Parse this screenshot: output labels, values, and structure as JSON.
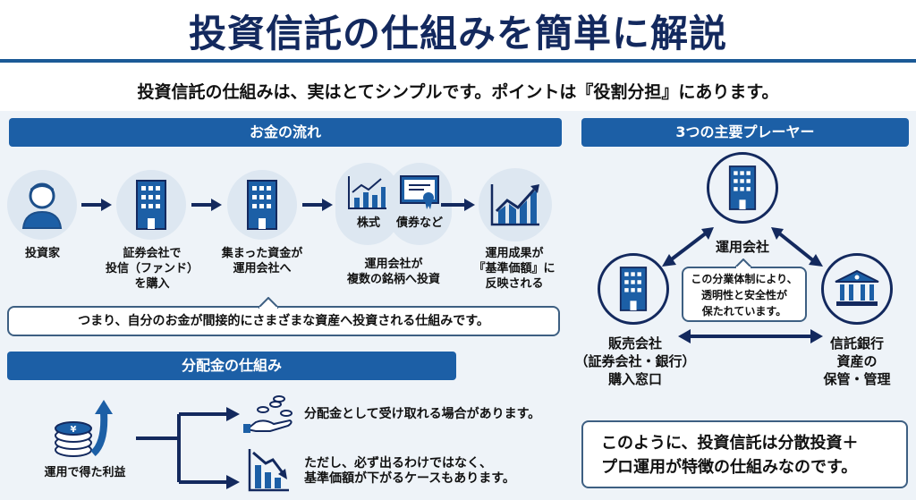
{
  "header": {
    "title": "投資信託の仕組みを簡単に解説",
    "subtitle": "投資信託の仕組みは、実はとてシンプルです。ポイントは『役割分担』にあります。"
  },
  "money_flow": {
    "heading": "お金の流れ",
    "steps": [
      {
        "icon": "person-icon",
        "label_lines": [
          "投資家"
        ]
      },
      {
        "icon": "building-icon",
        "label_lines": [
          "証券会社で",
          "投信（ファンド）",
          "を購入"
        ]
      },
      {
        "icon": "building-icon",
        "label_lines": [
          "集まった資金が",
          "運用会社へ"
        ]
      },
      {
        "icon": "stocks-bonds-icon",
        "sublabels": [
          "株式",
          "債券など"
        ],
        "label_lines": [
          "運用会社が",
          "複数の銘柄へ投資"
        ]
      },
      {
        "icon": "growth-chart-icon",
        "label_lines": [
          "運用成果が",
          "『基準価額』に",
          "反映される"
        ]
      }
    ],
    "callout": "つまり、自分のお金が間接的にさまざまな資産へ投資される仕組みです。"
  },
  "players": {
    "heading": "3つの主要プレーヤー",
    "top": {
      "name": "運用会社"
    },
    "left": {
      "lines": [
        "販売会社",
        "（証券会社・銀行）",
        "購入窓口"
      ]
    },
    "right": {
      "lines": [
        "信託銀行",
        "資産の",
        "保管・管理"
      ]
    },
    "callout_lines": [
      "この分業体制により、",
      "透明性と安全性が",
      "保たれています。"
    ]
  },
  "distribution": {
    "heading": "分配金の仕組み",
    "source_label": "運用で得た利益",
    "branch_1": "分配金として受け取れる場合があります。",
    "branch_2_lines": [
      "ただし、必ず出るわけではなく、",
      "基準価額が下がるケースもあります。"
    ]
  },
  "summary": {
    "lines": [
      "このように、投資信託は分散投資＋",
      "プロ運用が特徴の仕組みなのです。"
    ]
  },
  "colors": {
    "navy": "#13295e",
    "blue": "#1c5fa6",
    "light_bg": "#eef3f8",
    "circle_bg": "#dde7f1"
  }
}
